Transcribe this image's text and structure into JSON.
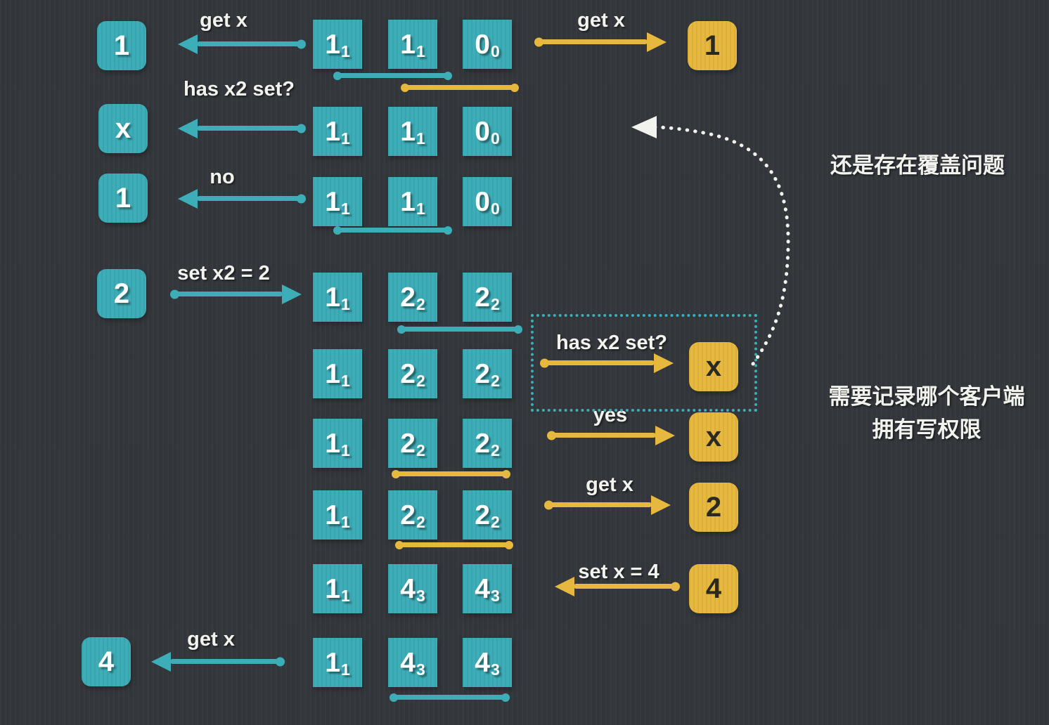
{
  "colors": {
    "bg": "#33373b",
    "teal": "#3dadb7",
    "yellow": "#e6b83e",
    "white": "#f2f2ee"
  },
  "left": {
    "clients": [
      {
        "value": "1"
      },
      {
        "value": "x"
      },
      {
        "value": "1"
      },
      {
        "value": "2"
      },
      {
        "value": "4"
      }
    ],
    "labels": [
      {
        "text": "get x"
      },
      {
        "text": "has x2 set?"
      },
      {
        "text": "no"
      },
      {
        "text": "set x2 = 2"
      },
      {
        "text": "get x"
      }
    ]
  },
  "right": {
    "clients": [
      {
        "value": "1"
      },
      {
        "value": "x"
      },
      {
        "value": "x"
      },
      {
        "value": "2"
      },
      {
        "value": "4"
      }
    ],
    "labels": [
      {
        "text": "get x"
      },
      {
        "text": "has x2 set?"
      },
      {
        "text": "yes"
      },
      {
        "text": "get x"
      },
      {
        "text": "set x = 4"
      }
    ]
  },
  "grid": {
    "rows": [
      {
        "cells": [
          {
            "main": "1",
            "sub": "1"
          },
          {
            "main": "1",
            "sub": "1"
          },
          {
            "main": "0",
            "sub": "0"
          }
        ]
      },
      {
        "cells": [
          {
            "main": "1",
            "sub": "1"
          },
          {
            "main": "1",
            "sub": "1"
          },
          {
            "main": "0",
            "sub": "0"
          }
        ]
      },
      {
        "cells": [
          {
            "main": "1",
            "sub": "1"
          },
          {
            "main": "1",
            "sub": "1"
          },
          {
            "main": "0",
            "sub": "0"
          }
        ]
      },
      {
        "cells": [
          {
            "main": "1",
            "sub": "1"
          },
          {
            "main": "2",
            "sub": "2"
          },
          {
            "main": "2",
            "sub": "2"
          }
        ]
      },
      {
        "cells": [
          {
            "main": "1",
            "sub": "1"
          },
          {
            "main": "2",
            "sub": "2"
          },
          {
            "main": "2",
            "sub": "2"
          }
        ]
      },
      {
        "cells": [
          {
            "main": "1",
            "sub": "1"
          },
          {
            "main": "2",
            "sub": "2"
          },
          {
            "main": "2",
            "sub": "2"
          }
        ]
      },
      {
        "cells": [
          {
            "main": "1",
            "sub": "1"
          },
          {
            "main": "2",
            "sub": "2"
          },
          {
            "main": "2",
            "sub": "2"
          }
        ]
      },
      {
        "cells": [
          {
            "main": "1",
            "sub": "1"
          },
          {
            "main": "4",
            "sub": "3"
          },
          {
            "main": "4",
            "sub": "3"
          }
        ]
      },
      {
        "cells": [
          {
            "main": "1",
            "sub": "1"
          },
          {
            "main": "4",
            "sub": "3"
          },
          {
            "main": "4",
            "sub": "3"
          }
        ]
      }
    ]
  },
  "annotations": {
    "overwrite_problem": "还是存在覆盖问题",
    "record_client_line1": "需要记录哪个客户端",
    "record_client_line2": "拥有写权限"
  }
}
